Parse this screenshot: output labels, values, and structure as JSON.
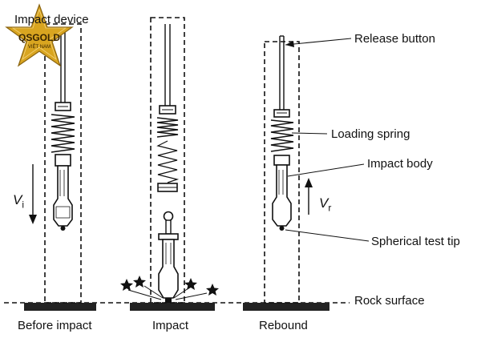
{
  "labels": {
    "impact_device": "Impact device",
    "release_button": "Release button",
    "loading_spring": "Loading spring",
    "impact_body": "Impact body",
    "spherical_test_tip": "Spherical test tip",
    "rock_surface": "Rock surface"
  },
  "velocity": {
    "impact_symbol": "V",
    "impact_sub": "i",
    "rebound_symbol": "V",
    "rebound_sub": "r"
  },
  "captions": {
    "before": "Before impact",
    "impact": "Impact",
    "rebound": "Rebound"
  },
  "logo": {
    "brand": "QSGOLD",
    "sub": "VIỆT NAM"
  },
  "colors": {
    "logo_gold": "#d9a520",
    "ink": "#111111"
  }
}
